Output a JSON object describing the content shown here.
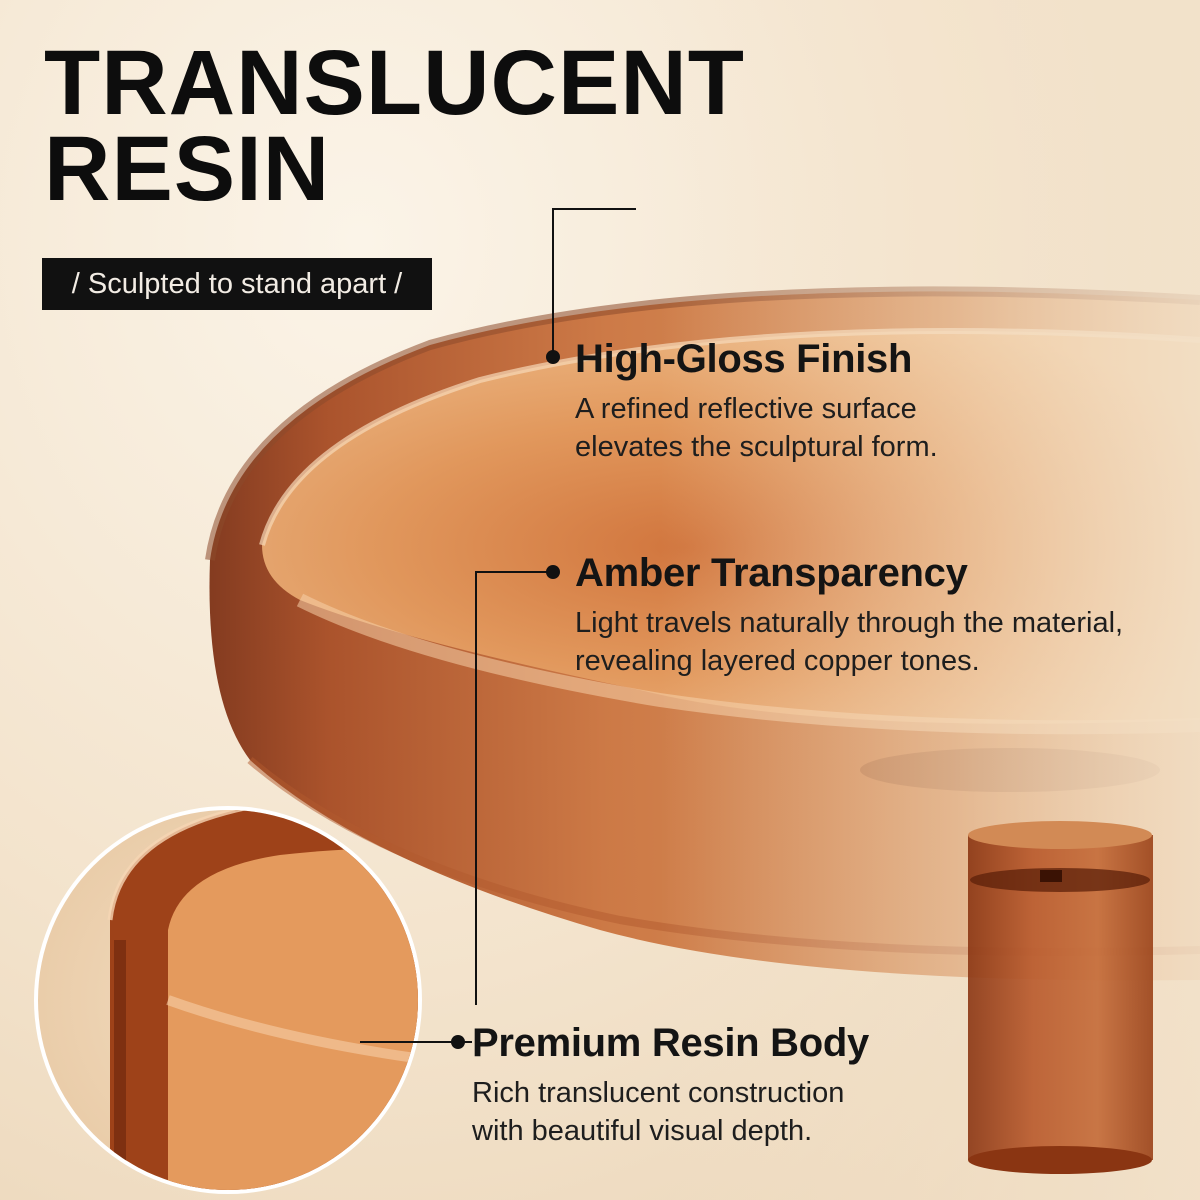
{
  "headline": {
    "line1": "TRANSLUCENT",
    "line2": "RESIN"
  },
  "tagline": "/ Sculpted to stand apart /",
  "features": [
    {
      "title": "High-Gloss Finish",
      "description": "A refined reflective surface elevates the sculptural form."
    },
    {
      "title": "Amber Transparency",
      "description": "Light travels naturally through the material, revealing layered copper tones."
    },
    {
      "title": "Premium Resin Body",
      "description": "Rich translucent construction with beautiful visual depth."
    }
  ],
  "colors": {
    "background": "#f3e6d2",
    "amber": "#b5532a",
    "amber_dark": "#7a2e12",
    "text": "#111111"
  },
  "images": {
    "main": "amber-resin-basin",
    "detail": "basin-rim-closeup",
    "side": "cylinder-pedestal"
  }
}
